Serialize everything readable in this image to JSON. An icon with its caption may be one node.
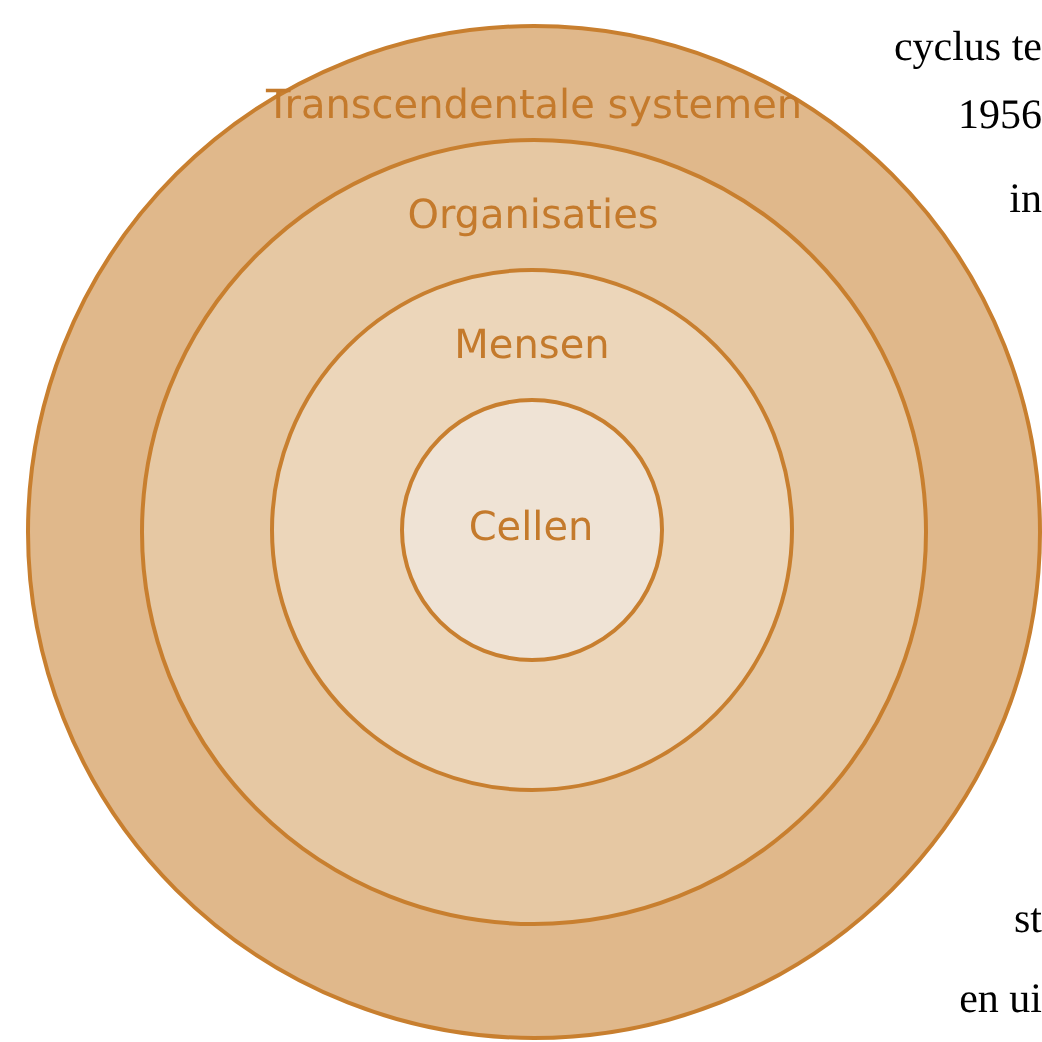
{
  "diagram": {
    "nodes": [
      {
        "text": [
          "Transcendentale systemen"
        ]
      },
      {
        "text": [
          "Organisaties"
        ],
        "in": 0
      },
      {
        "text": [
          "Mensen"
        ],
        "in": 1
      },
      {
        "text": [
          "Cellen"
        ],
        "in": 2
      }
    ],
    "labels": [
      "cyclus te",
      "1956",
      "in",
      "st",
      "en ui"
    ]
  }
}
